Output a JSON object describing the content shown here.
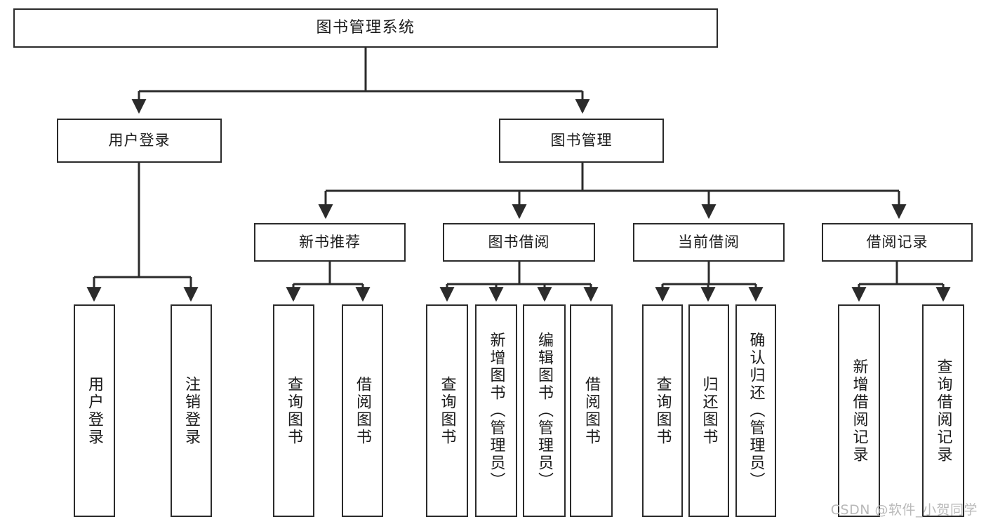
{
  "diagram": {
    "title": "图书管理系统",
    "type": "tree-hierarchy-diagram",
    "colors": {
      "box_border": "#2b2b2b",
      "box_fill": "#ffffff",
      "edge": "#2b2b2b",
      "text": "#1b1b1b",
      "watermark": "#b9b9b9",
      "background": "#ffffff"
    }
  },
  "nodes": {
    "root": {
      "label": "图书管理系统"
    },
    "level2": [
      {
        "label": "用户登录"
      },
      {
        "label": "图书管理"
      }
    ],
    "level3": [
      {
        "label": "新书推荐"
      },
      {
        "label": "图书借阅"
      },
      {
        "label": "当前借阅"
      },
      {
        "label": "借阅记录"
      }
    ],
    "leaves": {
      "user_login": [
        {
          "label": "用户登录"
        },
        {
          "label": "注销登录"
        }
      ],
      "new_book_recommend": [
        {
          "label": "查询图书"
        },
        {
          "label": "借阅图书"
        }
      ],
      "book_borrow": [
        {
          "label": "查询图书"
        },
        {
          "label": "新增图书（管理员）"
        },
        {
          "label": "编辑图书（管理员）"
        },
        {
          "label": "借阅图书"
        }
      ],
      "current_borrow": [
        {
          "label": "查询图书"
        },
        {
          "label": "归还图书"
        },
        {
          "label": "确认归还（管理员）"
        }
      ],
      "borrow_record": [
        {
          "label": "新增借阅记录"
        },
        {
          "label": "查询借阅记录"
        }
      ]
    }
  },
  "watermark": {
    "text": "CSDN @软件_小贺同学"
  }
}
